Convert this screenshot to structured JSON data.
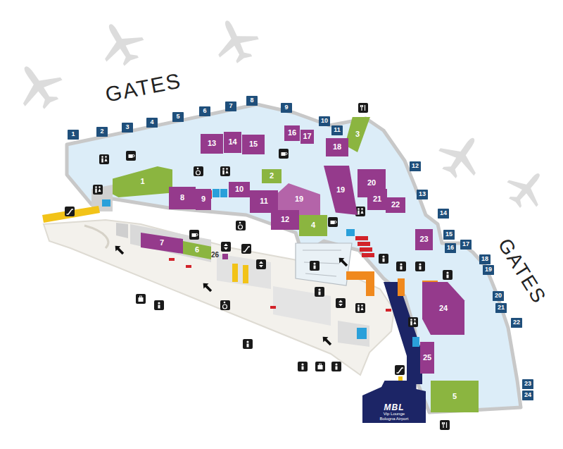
{
  "diagram": {
    "nodes": [
      {
        "text": [
          "1"
        ]
      },
      {
        "text": [
          "2"
        ]
      },
      {
        "text": [
          "3"
        ]
      },
      {
        "text": [
          "4"
        ]
      },
      {
        "text": [
          "5"
        ]
      },
      {
        "text": [
          "6"
        ]
      },
      {
        "text": [
          "7"
        ]
      },
      {
        "text": [
          "8"
        ]
      },
      {
        "text": [
          "9"
        ]
      },
      {
        "text": [
          "10"
        ]
      },
      {
        "text": [
          "11"
        ]
      },
      {
        "text": [
          "12"
        ]
      },
      {
        "text": [
          "13"
        ]
      },
      {
        "text": [
          "14"
        ]
      },
      {
        "text": [
          "15"
        ]
      },
      {
        "text": [
          "16"
        ]
      },
      {
        "text": [
          "17"
        ]
      },
      {
        "text": [
          "18"
        ]
      },
      {
        "text": [
          "19"
        ]
      },
      {
        "text": [
          "20"
        ]
      },
      {
        "text": [
          "21"
        ]
      },
      {
        "text": [
          "22"
        ]
      },
      {
        "text": [
          "23"
        ]
      },
      {
        "text": [
          "24"
        ]
      },
      {
        "text": [
          "3"
        ]
      },
      {
        "text": [
          "16"
        ]
      },
      {
        "text": [
          "17"
        ]
      },
      {
        "text": [
          "18"
        ]
      },
      {
        "text": [
          "13"
        ]
      },
      {
        "text": [
          "14"
        ]
      },
      {
        "text": [
          "15"
        ]
      },
      {
        "text": [
          "2"
        ]
      },
      {
        "text": [
          "19"
        ]
      },
      {
        "text": [
          "20"
        ]
      },
      {
        "text": [
          "21"
        ]
      },
      {
        "text": [
          "22"
        ]
      },
      {
        "text": [
          "1"
        ]
      },
      {
        "text": [
          "8"
        ]
      },
      {
        "text": [
          "9"
        ]
      },
      {
        "text": [
          "10"
        ]
      },
      {
        "text": [
          "11"
        ]
      },
      {
        "text": [
          "19"
        ]
      },
      {
        "text": [
          "12"
        ]
      },
      {
        "text": [
          "4"
        ]
      },
      {
        "text": [
          "23"
        ]
      },
      {
        "text": [
          "7"
        ]
      },
      {
        "text": [
          "6"
        ]
      },
      {
        "text": [
          "24"
        ]
      },
      {
        "text": [
          "25"
        ]
      },
      {
        "text": [
          "5"
        ]
      },
      {
        "text": [
          "MBL",
          "Vip Lounge",
          "Bologna Airport"
        ]
      }
    ],
    "labels": [
      "GATES",
      "GATES",
      "26"
    ]
  }
}
